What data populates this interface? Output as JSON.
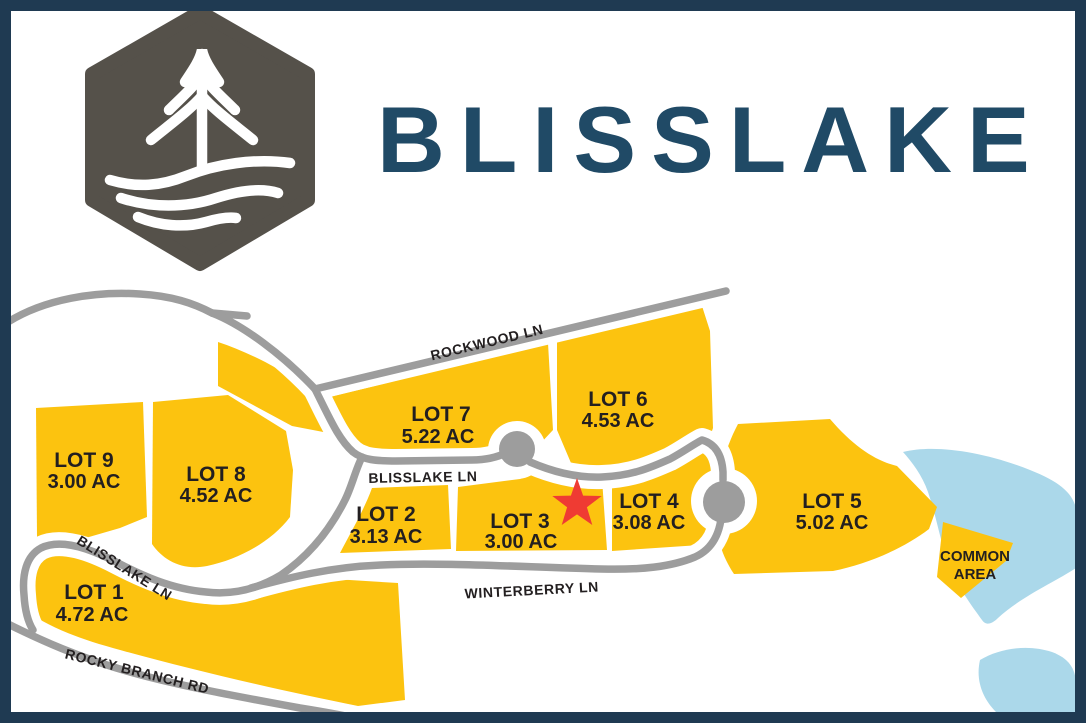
{
  "brand": {
    "name": "BLISSLAKE",
    "logo_icon": "pine-tree-over-water-hexagon-icon",
    "title_color": "#204A66",
    "logo_color": "#55514A"
  },
  "map": {
    "lots": [
      {
        "name": "LOT 1",
        "acreage": "4.72 AC"
      },
      {
        "name": "LOT 2",
        "acreage": "3.13 AC"
      },
      {
        "name": "LOT 3",
        "acreage": "3.00 AC",
        "marker": "red-star"
      },
      {
        "name": "LOT 4",
        "acreage": "3.08 AC"
      },
      {
        "name": "LOT 5",
        "acreage": "5.02 AC"
      },
      {
        "name": "LOT 6",
        "acreage": "4.53 AC"
      },
      {
        "name": "LOT 7",
        "acreage": "5.22 AC"
      },
      {
        "name": "LOT 8",
        "acreage": "4.52 AC"
      },
      {
        "name": "LOT 9",
        "acreage": "3.00 AC"
      }
    ],
    "common_area": {
      "line1": "COMMON",
      "line2": "AREA"
    },
    "roads": {
      "rockwood": "ROCKWOOD LN",
      "blisslake_mid": "BLISSLAKE LN",
      "blisslake_west": "BLISSLAKE LN",
      "winterberry": "WINTERBERRY LN",
      "rocky_branch": "ROCKY BRANCH RD"
    },
    "colors": {
      "lot_fill": "#FCC30F",
      "road_gray": "#9D9D9D",
      "lake_blue": "#ABD8EA",
      "label_text": "#231F20",
      "star_red": "#EF3B33",
      "border_navy": "#1F3A52"
    }
  }
}
